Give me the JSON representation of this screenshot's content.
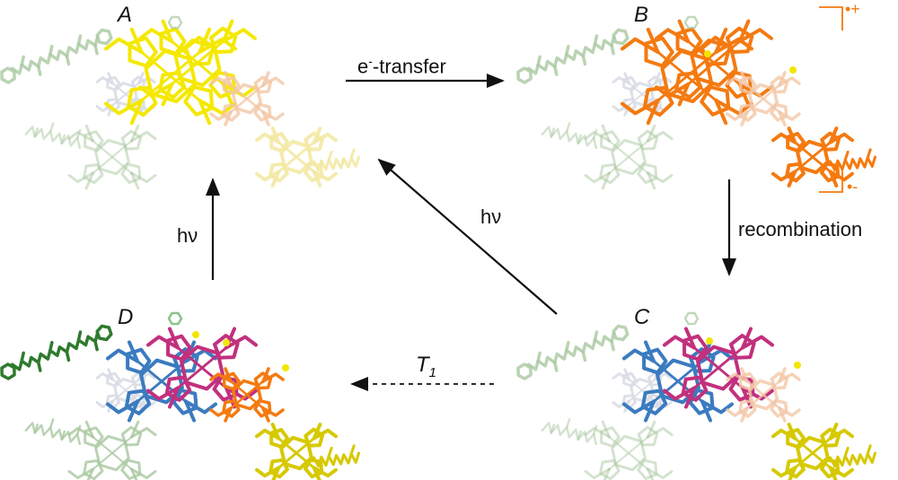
{
  "panels": {
    "A": {
      "letter": "A"
    },
    "B": {
      "letter": "B",
      "cation_sign": "•+",
      "anion_sign": "•-"
    },
    "C": {
      "letter": "C"
    },
    "D": {
      "letter": "D"
    }
  },
  "arrows": {
    "a_to_b": {
      "prefix": "e",
      "superscript": "-",
      "suffix": "-transfer"
    },
    "b_to_c": {
      "label": "recombination"
    },
    "c_to_a": {
      "label": "hν"
    },
    "d_to_a": {
      "label": "hν"
    },
    "c_to_d": {
      "label": "T",
      "subscript": "1"
    }
  },
  "colors": {
    "pale_green": "#a9c8a0",
    "dark_green": "#2f7a2f",
    "green": "#5aa85a",
    "grey_white": "#d9dde6",
    "yellow": "#f5e800",
    "pale_yellow": "#f3e9a4",
    "peach": "#f2c7a6",
    "orange": "#f47a10",
    "blue": "#3b7bc0",
    "magenta": "#c2307e",
    "dark_yellow": "#d6c900"
  }
}
